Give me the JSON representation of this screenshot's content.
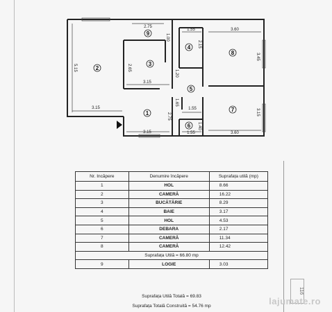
{
  "plan": {
    "rooms": [
      {
        "no": "1"
      },
      {
        "no": "2"
      },
      {
        "no": "3"
      },
      {
        "no": "4"
      },
      {
        "no": "5"
      },
      {
        "no": "6"
      },
      {
        "no": "7"
      },
      {
        "no": "8"
      },
      {
        "no": "9"
      }
    ],
    "dims": {
      "d275a": "2.75",
      "d100": "1.00",
      "d155a": "1.55",
      "d360a": "3.60",
      "d515": "5.15",
      "d265": "2.65",
      "d215": "2.15",
      "d345": "3.45",
      "d315a": "3.15",
      "d120": "1.20",
      "d165": "1.65",
      "d155b": "1.55",
      "d315b": "3.15",
      "d275b": "2.75",
      "d315c": "3.15",
      "d315d": "3.15",
      "d140": "1.40",
      "d155c": "1.55",
      "d360b": "3.60"
    }
  },
  "table": {
    "headers": [
      "Nr. Incăpere",
      "Denumire încăpere",
      "Suprafața utilă (mp)"
    ],
    "rows": [
      {
        "nr": "1",
        "name": "HOL",
        "area": "8.66"
      },
      {
        "nr": "2",
        "name": "CAMERĂ",
        "area": "16.22"
      },
      {
        "nr": "3",
        "name": "BUCĂTĂRIE",
        "area": "8.29"
      },
      {
        "nr": "4",
        "name": "BAIE",
        "area": "3.17"
      },
      {
        "nr": "5",
        "name": "HOL",
        "area": "4.53"
      },
      {
        "nr": "6",
        "name": "DEBARA",
        "area": "2.17"
      },
      {
        "nr": "7",
        "name": "CAMERĂ",
        "area": "11.34"
      },
      {
        "nr": "8",
        "name": "CAMERĂ",
        "area": "12.42"
      }
    ],
    "subtotal": "Suprafața Utilă = 66.80 mp",
    "logie": {
      "nr": "9",
      "name": "LOGIE",
      "area": "3.03"
    },
    "total_util": "Suprafața Utilă Totală = 69.83",
    "total_construita": "Suprafața Totală Construită = 54.76 mp"
  },
  "watermark": "lajumate.ro",
  "stamp": "116"
}
